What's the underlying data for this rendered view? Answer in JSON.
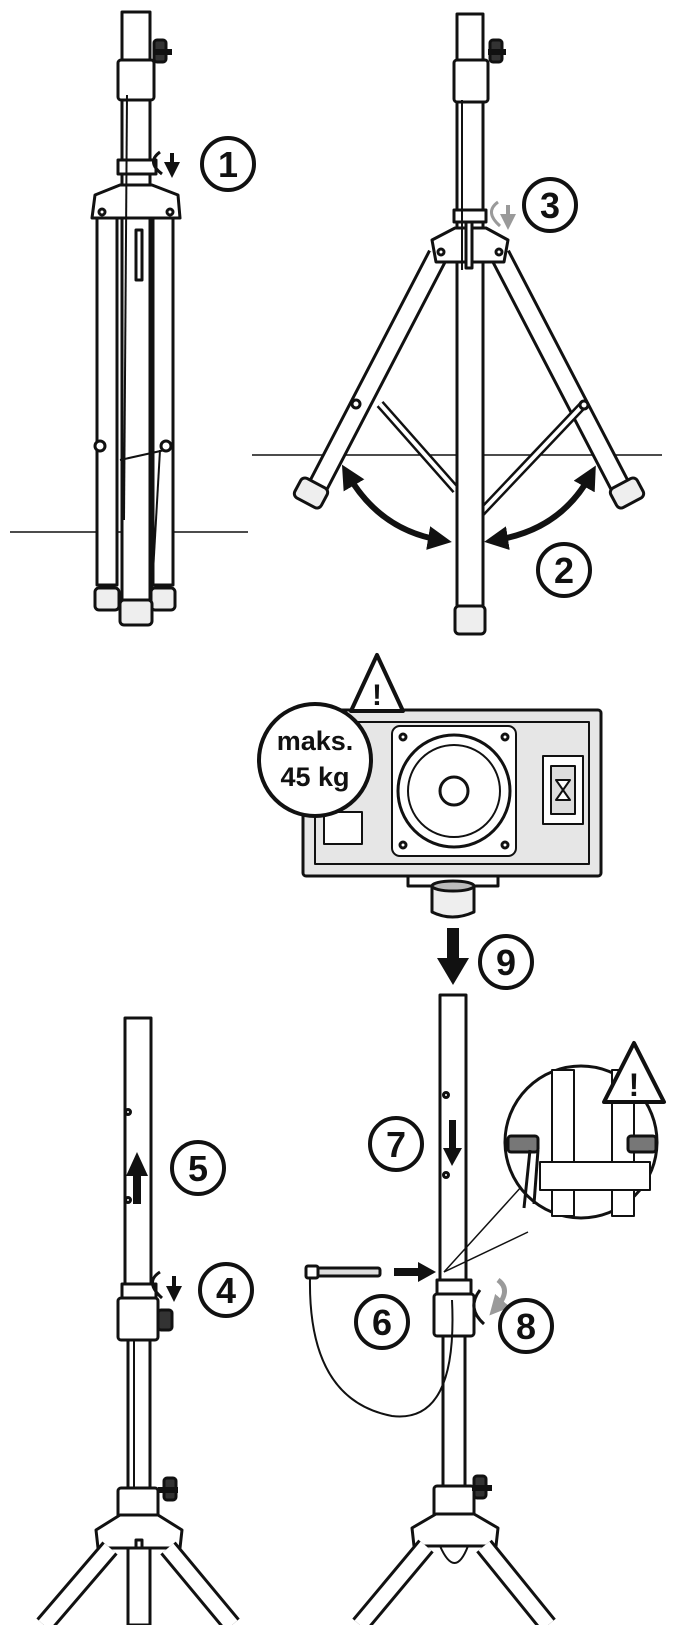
{
  "steps": {
    "s1": "1",
    "s2": "2",
    "s3": "3",
    "s4": "4",
    "s5": "5",
    "s6": "6",
    "s7": "7",
    "s8": "8",
    "s9": "9"
  },
  "warning": {
    "symbol": "!",
    "max_load_line1": "maks.",
    "max_load_line2": "45 kg"
  },
  "colors": {
    "ink": "#111111",
    "arrow_dark": "#1a1a1a",
    "arrow_grey": "#9a9a9a",
    "speaker_fill": "#e6e6e6",
    "tube_fill": "#ffffff"
  }
}
